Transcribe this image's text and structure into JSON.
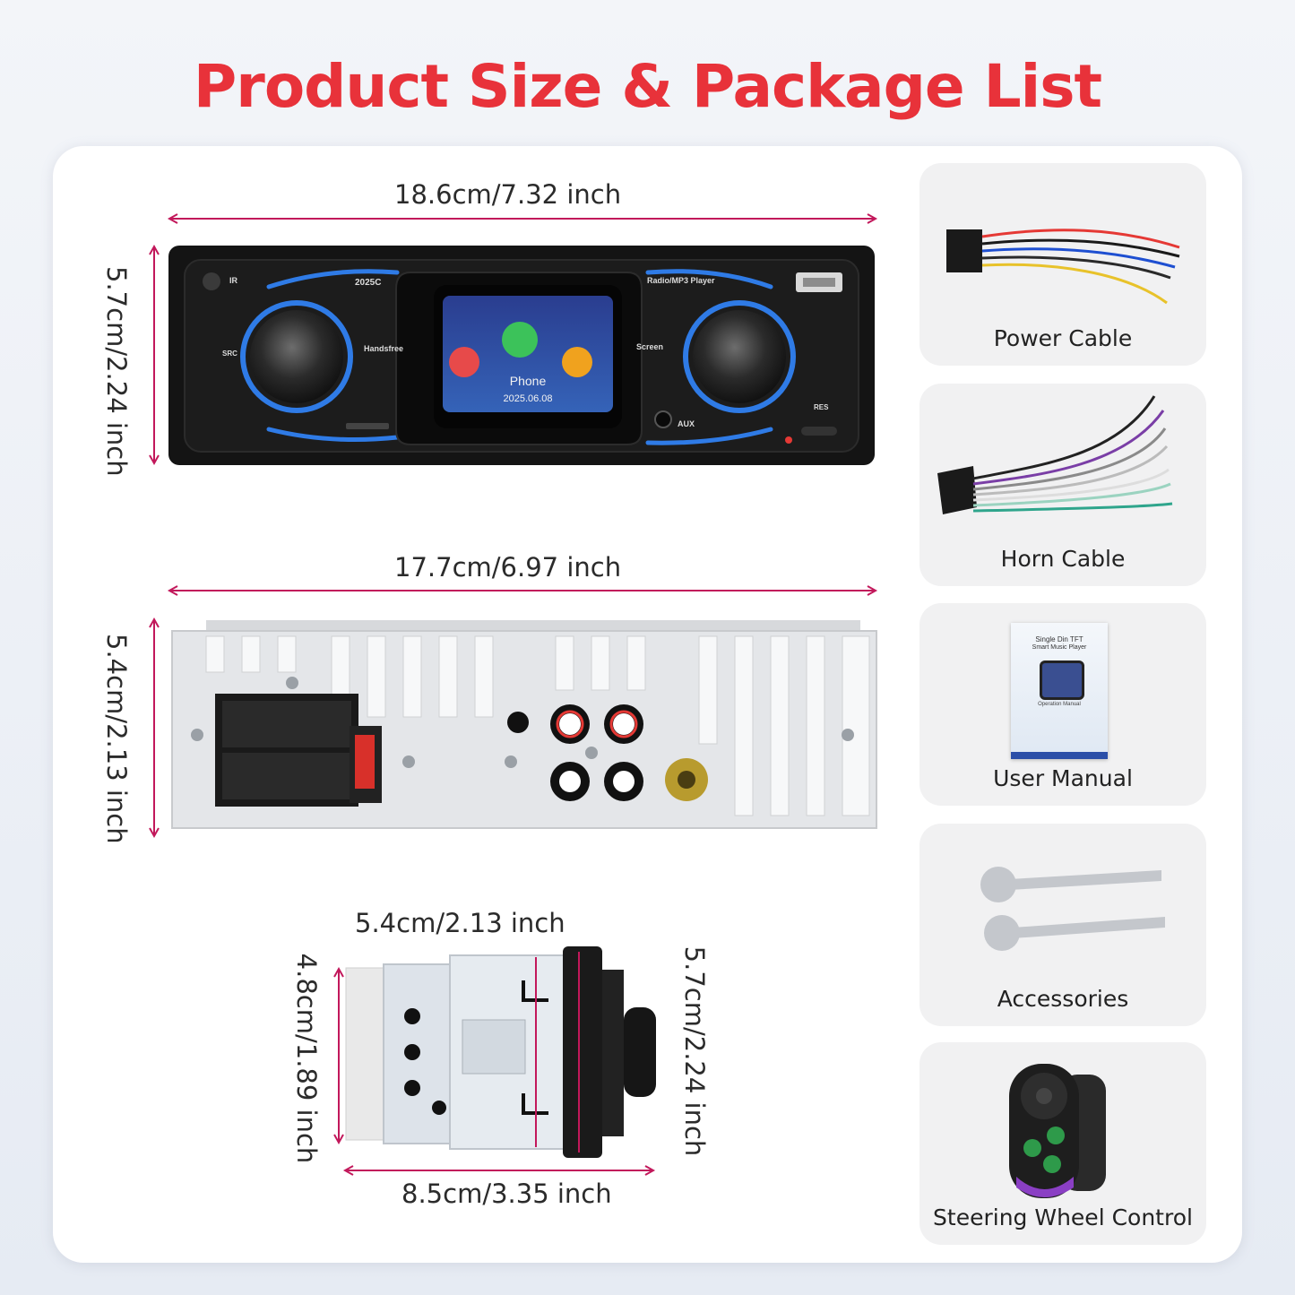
{
  "title": "Product Size & Package List",
  "front_view": {
    "width_label": "18.6cm/7.32 inch",
    "height_label": "5.7cm/2.24 inch",
    "labels": {
      "ir": "IR",
      "model": "2025C",
      "radio": "Radio/MP3 Player",
      "src": "SRC",
      "handsfree": "Handsfree",
      "screen": "Screen",
      "aux": "AUX",
      "res": "RES",
      "screen_app": "Phone",
      "screen_date": "2025.06.08"
    }
  },
  "back_view": {
    "width_label": "17.7cm/6.97 inch",
    "height_label": "5.4cm/2.13 inch"
  },
  "side_view": {
    "depth_label": "5.4cm/2.13 inch",
    "inner_height_label": "4.8cm/1.89 inch",
    "outer_height_label": "5.7cm/2.24 inch",
    "total_depth_label": "8.5cm/3.35 inch"
  },
  "package": {
    "items": [
      {
        "label": "Power Cable"
      },
      {
        "label": "Horn Cable"
      },
      {
        "label": "User Manual"
      },
      {
        "label": "Accessories"
      },
      {
        "label": "Steering Wheel Control"
      }
    ],
    "manual_cover": {
      "line1": "Single Din TFT",
      "line2": "Smart Music Player",
      "line3": "Operation Manual"
    }
  },
  "colors": {
    "title": "#e8323a",
    "dimension_arrow": "#c2185b",
    "accent_blue": "#2f7be6"
  }
}
